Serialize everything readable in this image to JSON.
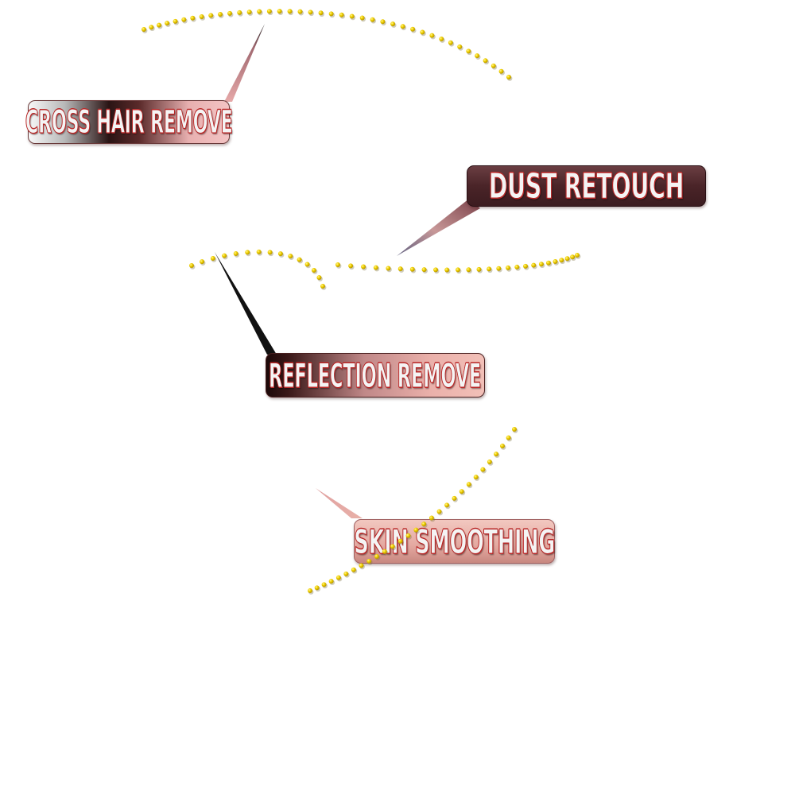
{
  "diagram": {
    "labels": [
      {
        "id": "cross-hair-remove",
        "text": "CROSS HAIR REMOVE"
      },
      {
        "id": "dust-retouch",
        "text": "DUST RETOUCH"
      },
      {
        "id": "reflection-remove",
        "text": "REFLECTION REMOVE"
      },
      {
        "id": "skin-smoothing",
        "text": "SKIN SMOOTHING"
      }
    ],
    "colors": {
      "dot": "#e8c800",
      "dot_highlight": "#fff6a0",
      "dot_shadow": "#9a8a40",
      "text_fill": "#f4f4f4",
      "text_outline": "#b42020",
      "dark_badge": "#4a2428",
      "pink_badge": "#f2c0b8"
    }
  }
}
